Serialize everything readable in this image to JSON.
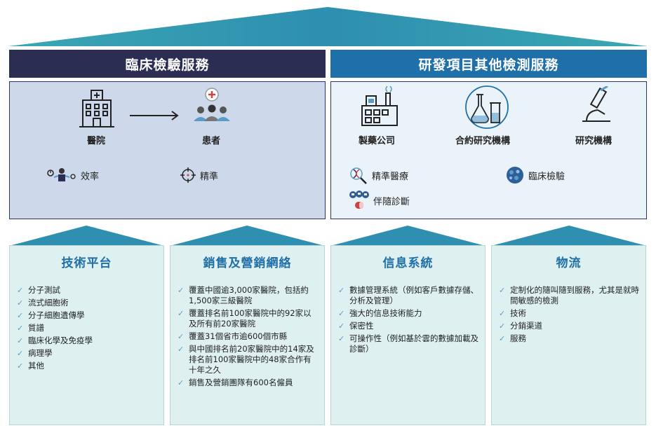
{
  "clinical": {
    "title": "臨床檢驗服務",
    "hospital": "醫院",
    "patient": "患者",
    "efficiency": "效率",
    "precision": "精準"
  },
  "rnd": {
    "title": "研發項目其他檢測服務",
    "pharma": "製藥公司",
    "cro": "合約研究機構",
    "research": "研究機構",
    "precision_medicine": "精準醫療",
    "clinical_test": "臨床檢驗",
    "companion": "伴隨診斷"
  },
  "pillars": [
    {
      "title": "技術平台",
      "items": [
        "分子測試",
        "流式細胞術",
        "分子細胞遺傳學",
        "質譜",
        "臨床化學及免疫學",
        "病理學",
        "其他"
      ]
    },
    {
      "title": "銷售及營銷網絡",
      "items": [
        "覆蓋中國逾3,000家醫院，包括約1,500家三級醫院",
        "覆蓋排名前100家醫院中的92家以及所有前20家醫院",
        "覆蓋31個省市逾600個市縣",
        "與中國排名前20家醫院中的14家及排名前100家醫院中的48家合作有十年之久",
        "銷售及營銷團隊有600名僱員"
      ]
    },
    {
      "title": "信息系統",
      "items": [
        "數據管理系統（例如客戶數據存儲、分析及管理）",
        "強大的信息技術能力",
        "保密性",
        "可操作性（例如基於雲的數據加載及診斷）"
      ]
    },
    {
      "title": "物流",
      "items": [
        "定制化的隨叫隨到服務，尤其是就時間敏感的檢測",
        "技術",
        "分銷渠道",
        "服務"
      ]
    }
  ],
  "colors": {
    "clinical_header": "#2b2d52",
    "rnd_header": "#1f6fa8",
    "roof": "#2e9ab0",
    "pillar_bg": "#dff0f0",
    "pillar_title": "#1f6fa8",
    "check": "#5a9cc8"
  },
  "icons": [
    "hospital-icon",
    "arrow-icon",
    "patient-icon",
    "efficiency-icon",
    "crosshair-icon",
    "factory-icon",
    "flask-icon",
    "microscope-icon",
    "dna-icon",
    "virus-icon",
    "pills-icon",
    "check-icon"
  ]
}
